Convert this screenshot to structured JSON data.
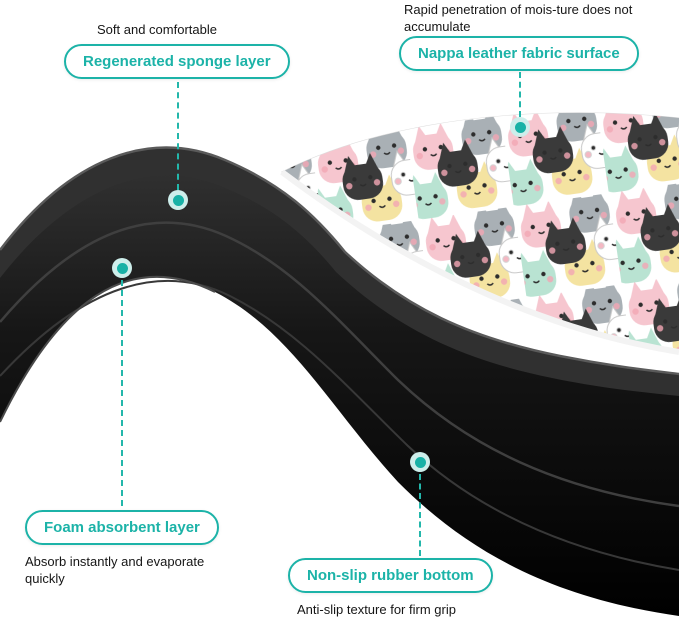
{
  "colors": {
    "accent": "#1cb3a8",
    "accent_light": "#cdeeeb",
    "text": "#161616",
    "background": "#ffffff",
    "mat_dark": "#141414"
  },
  "callouts": {
    "sponge": {
      "note": "Soft and comfortable",
      "label": "Regenerated sponge layer"
    },
    "nappa": {
      "note": "Rapid penetration of mois-ture does not accumulate",
      "label": "Nappa leather fabric surface"
    },
    "foam": {
      "label": "Foam absorbent layer",
      "note": "Absorb instantly and evaporate quickly"
    },
    "rubber": {
      "label": "Non-slip rubber bottom",
      "note": "Anti-slip texture for firm grip"
    }
  }
}
